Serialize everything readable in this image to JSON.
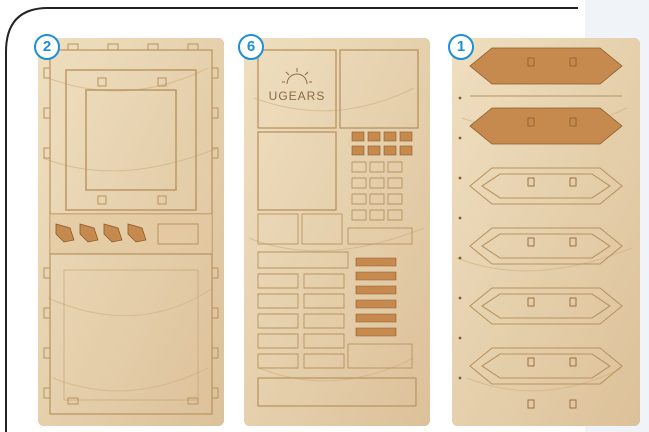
{
  "panels": [
    {
      "id": "panel-2",
      "badge": "2"
    },
    {
      "id": "panel-6",
      "badge": "6",
      "brand_text": "UGEARS"
    },
    {
      "id": "panel-1",
      "badge": "1"
    }
  ],
  "colors": {
    "accent": "#1e8ed6",
    "wood_light": "#ead7b4",
    "wood_mid": "#dcc199",
    "cutline": "#b8935f",
    "part_fill": "#c68a4e",
    "outer_frame": "#222222"
  }
}
